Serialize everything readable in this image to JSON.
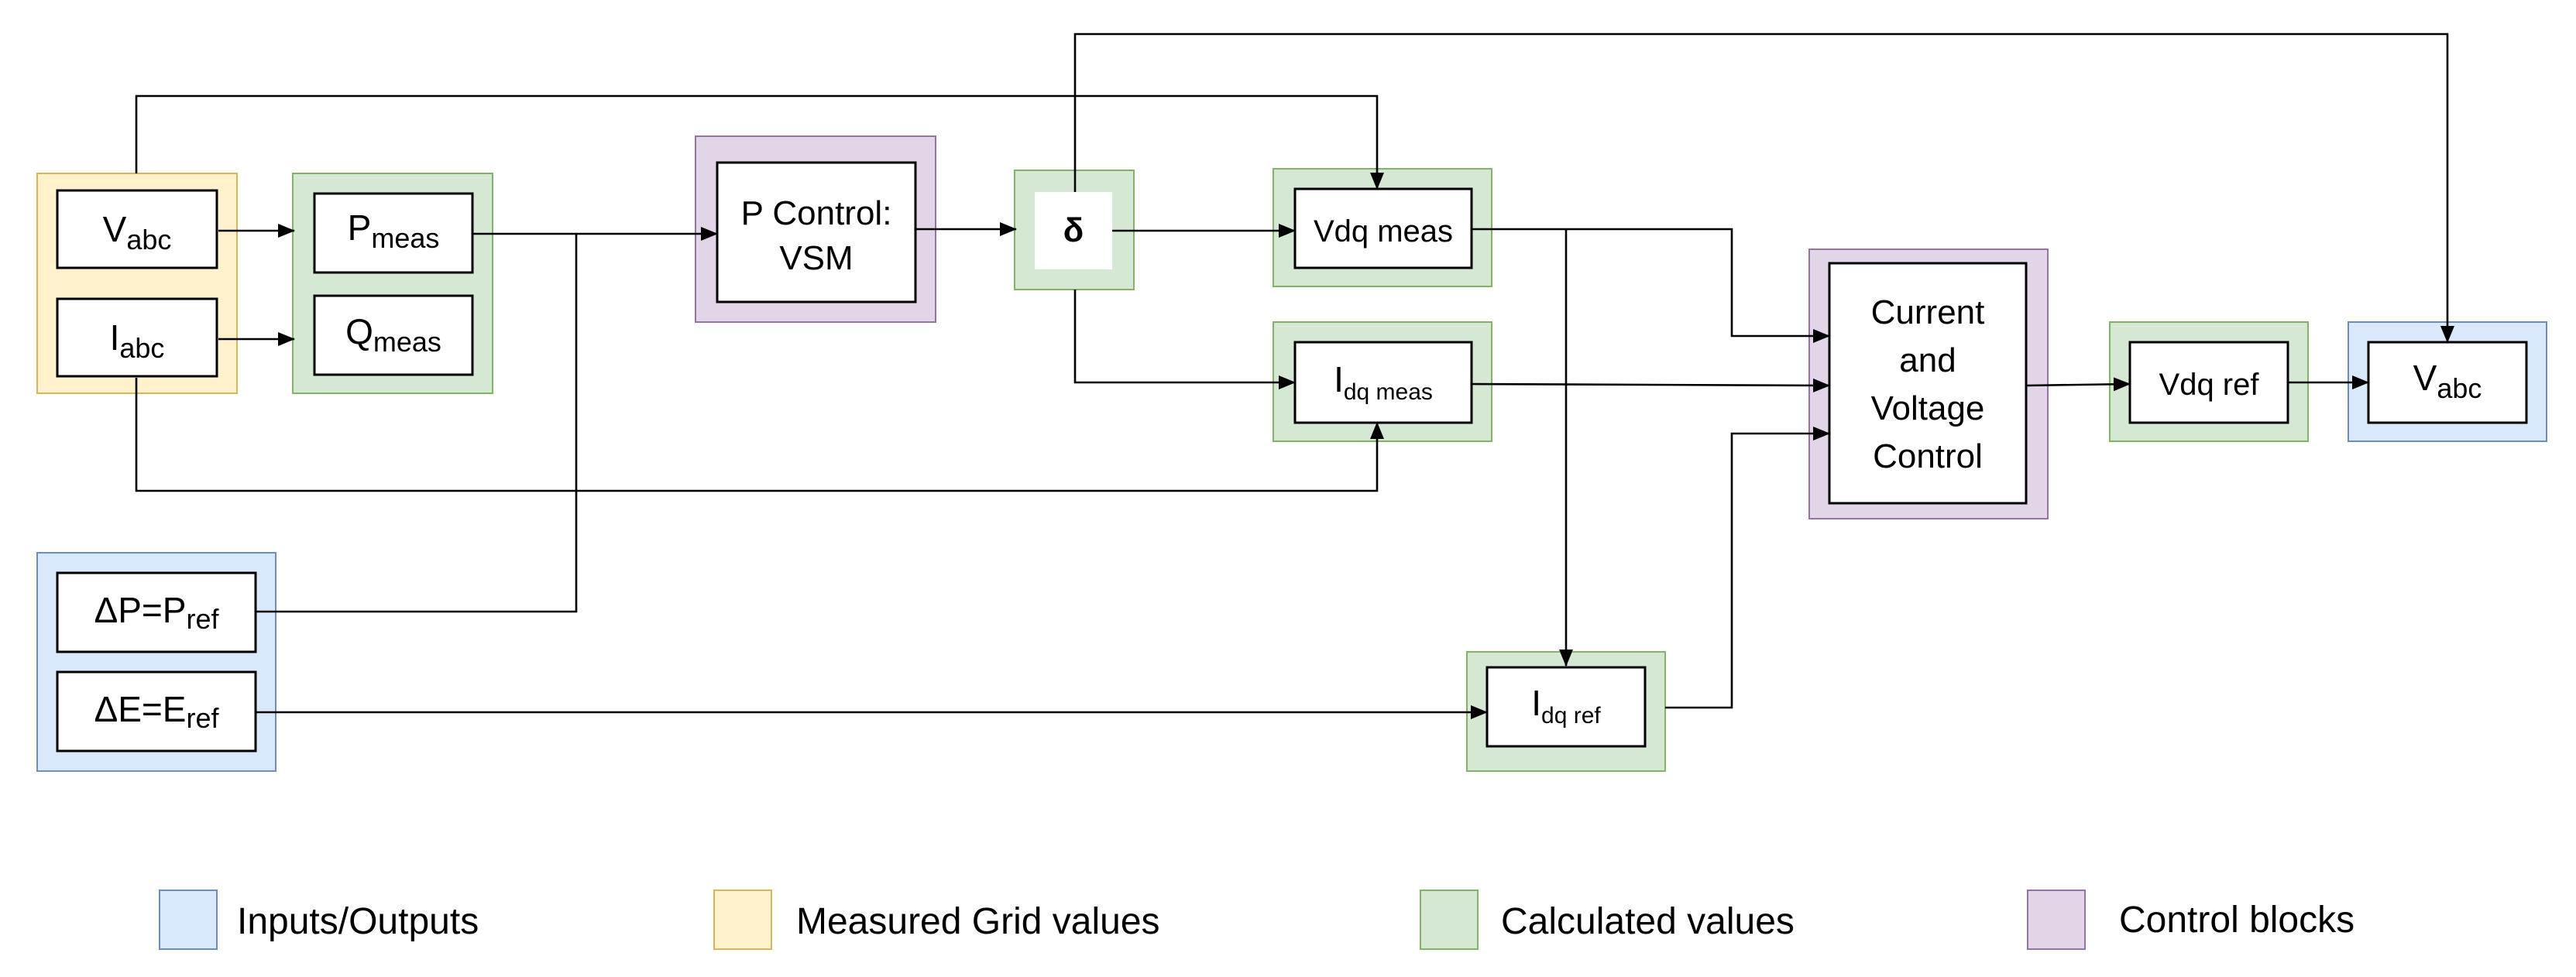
{
  "inputs": {
    "vabc_in": {
      "main": "V",
      "sub": "abc"
    },
    "iabc_in": {
      "main": "I",
      "sub": "abc"
    },
    "delta_p": {
      "main": "ΔP=P",
      "sub": "ref"
    },
    "delta_e": {
      "main": "ΔE=E",
      "sub": "ref"
    }
  },
  "calculated": {
    "pmeas": {
      "main": "P",
      "sub": "meas"
    },
    "qmeas": {
      "main": "Q",
      "sub": "meas"
    },
    "delta": {
      "label": "δ"
    },
    "vdq_meas": {
      "label": "Vdq meas"
    },
    "idq_meas": {
      "main": "I",
      "sub": "dq meas"
    },
    "idq_ref": {
      "main": "I",
      "sub": "dq ref"
    },
    "vdq_ref": {
      "label": "Vdq ref"
    }
  },
  "control": {
    "p_control": {
      "line1": "P Control:",
      "line2": "VSM"
    },
    "cv_control": {
      "line1": "Current",
      "line2": "and",
      "line3": "Voltage",
      "line4": "Control"
    }
  },
  "outputs": {
    "vabc_out": {
      "main": "V",
      "sub": "abc"
    }
  },
  "legend": {
    "inputs_outputs": {
      "label": "Inputs/Outputs",
      "color": "#dae8fc"
    },
    "measured": {
      "label": "Measured Grid values",
      "color": "#fff2cc"
    },
    "calculated": {
      "label": "Calculated values",
      "color": "#d5e8d4"
    },
    "control": {
      "label": "Control blocks",
      "color": "#e1d5e7"
    }
  }
}
